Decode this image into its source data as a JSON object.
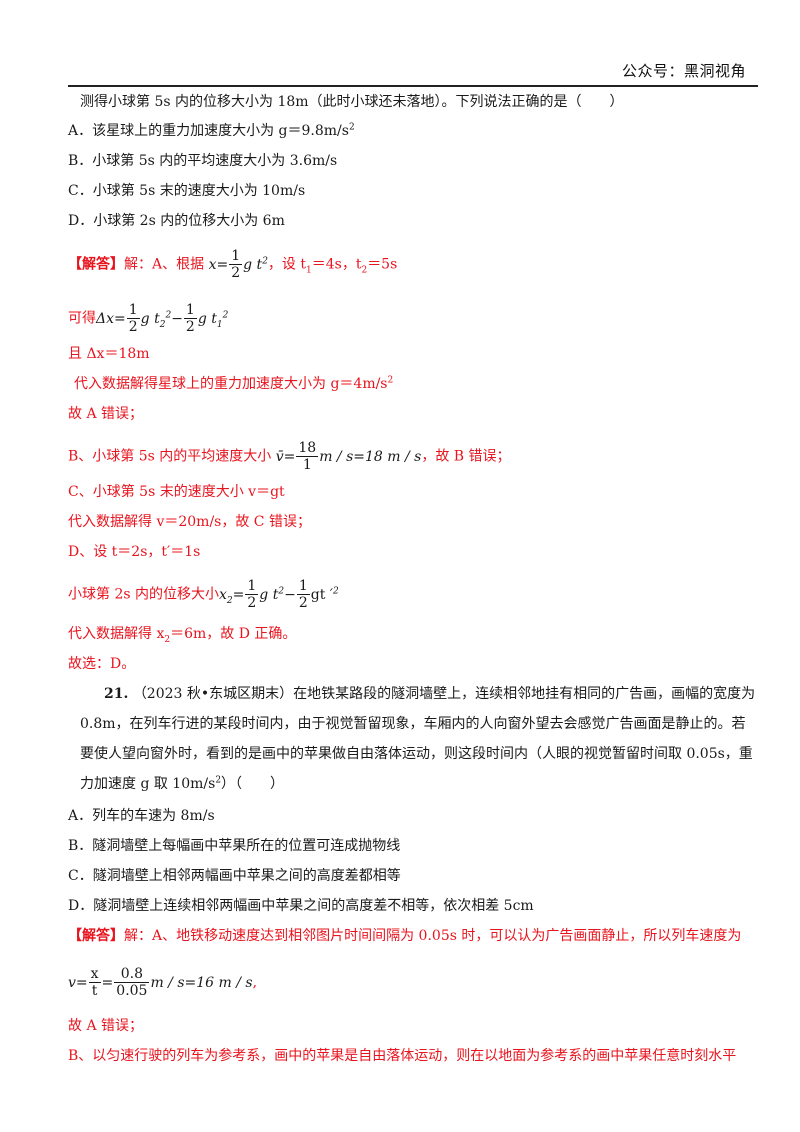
{
  "header": {
    "brand": "公众号：黑洞视角"
  },
  "q20": {
    "stem_tail": "测得小球第 5s 内的位移大小为 18m（此时小球还未落地）。下列说法正确的是（　　）",
    "opt_a": "A．该星球上的重力加速度大小为 g＝9.8m/s",
    "opt_b": "B．小球第 5s 内的平均速度大小为 3.6m/s",
    "opt_c": "C．小球第 5s 末的速度大小为 10m/s",
    "opt_d": "D．小球第 2s 内的位移大小为 6m"
  },
  "ans20": {
    "tag": "【解答】",
    "l1_prefix": "解：A、根据",
    "l1_suffix": "，设 t",
    "l1_t1": "＝4s，t",
    "l1_t2": "＝5s",
    "l2_prefix": "可得",
    "l3": "且 Δx＝18m",
    "l4": "代入数据解得星球上的重力加速度大小为  g＝4m/s",
    "l5": "故 A 错误；",
    "l6_prefix": "B、小球第 5s 内的平均速度大小",
    "l6_suffix": "，故 B 错误；",
    "l7": "C、小球第 5s 末的速度大小 v＝gt",
    "l8": "代入数据解得 v＝20m/s，故 C 错误；",
    "l9": "D、设 t＝2s，t′＝1s",
    "l10_prefix": "小球第 2s 内的位移大小",
    "l11": "代入数据解得 x",
    "l11_suffix": "＝6m，故 D 正确。",
    "l12": "故选：D。"
  },
  "q21": {
    "num": "21.",
    "line1": "（2023 秋•东城区期末）在地铁某路段的隧洞墙壁上，连续相邻地挂有相同的广告画，画幅的宽度为",
    "line2": "0.8m，在列车行进的某段时间内，由于视觉暂留现象，车厢内的人向窗外望去会感觉广告画面是静止的。若",
    "line3": "要使人望向窗外时，看到的是画中的苹果做自由落体运动，则这段时间内（人眼的视觉暂留时间取 0.05s，重",
    "line4": "力加速度 g 取 10m/s",
    "line4_tail": "）（　　）",
    "opt_a": "A．列车的车速为 8m/s",
    "opt_b": "B．隧洞墙壁上每幅画中苹果所在的位置可连成抛物线",
    "opt_c": "C．隧洞墙壁上相邻两幅画中苹果之间的高度差都相等",
    "opt_d": "D．隧洞墙壁上连续相邻两幅画中苹果之间的高度差不相等，依次相差 5cm"
  },
  "ans21": {
    "tag": "【解答】",
    "l1": "解：A、地铁移动速度达到相邻图片时间间隔为 0.05s 时，可以认为广告画面静止，所以列车速度为",
    "l3": "故 A 错误；",
    "l4": "B、以匀速行驶的列车为参考系，画中的苹果是自由落体运动，则在以地面为参考系的画中苹果任意时刻水平"
  },
  "colors": {
    "answer": "#e8141e",
    "text": "#1a1a1a"
  }
}
